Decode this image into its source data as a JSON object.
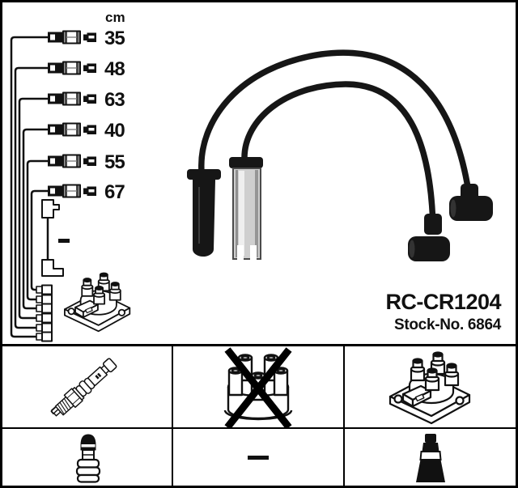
{
  "part": {
    "reference": "RC-CR1204",
    "stock": "Stock-No. 6864"
  },
  "diagram": {
    "unit_header": "cm",
    "cable_lengths": [
      "35",
      "48",
      "63",
      "40",
      "55",
      "67"
    ],
    "components": [
      "six-ignition-leads",
      "link-lead",
      "ignition-coil"
    ]
  },
  "photo": {
    "boot_types": [
      "straight-rubber-boot",
      "metal-shielded-boot",
      "elbow-boot",
      "elbow-boot"
    ]
  },
  "legend": {
    "top_row_icons": [
      "spark-plug-icon",
      "distributor-cap-crossed-icon",
      "ignition-coil-icon"
    ],
    "bottom_row_icons": [
      "terminal-nut-connector-icon",
      "dash-icon",
      "cone-boot-connector-icon"
    ],
    "distributor_crossed_out": true
  },
  "colors": {
    "ink": "#111111",
    "background": "#ffffff",
    "metal_boot": "#cfcfcf",
    "border": "#000000"
  }
}
